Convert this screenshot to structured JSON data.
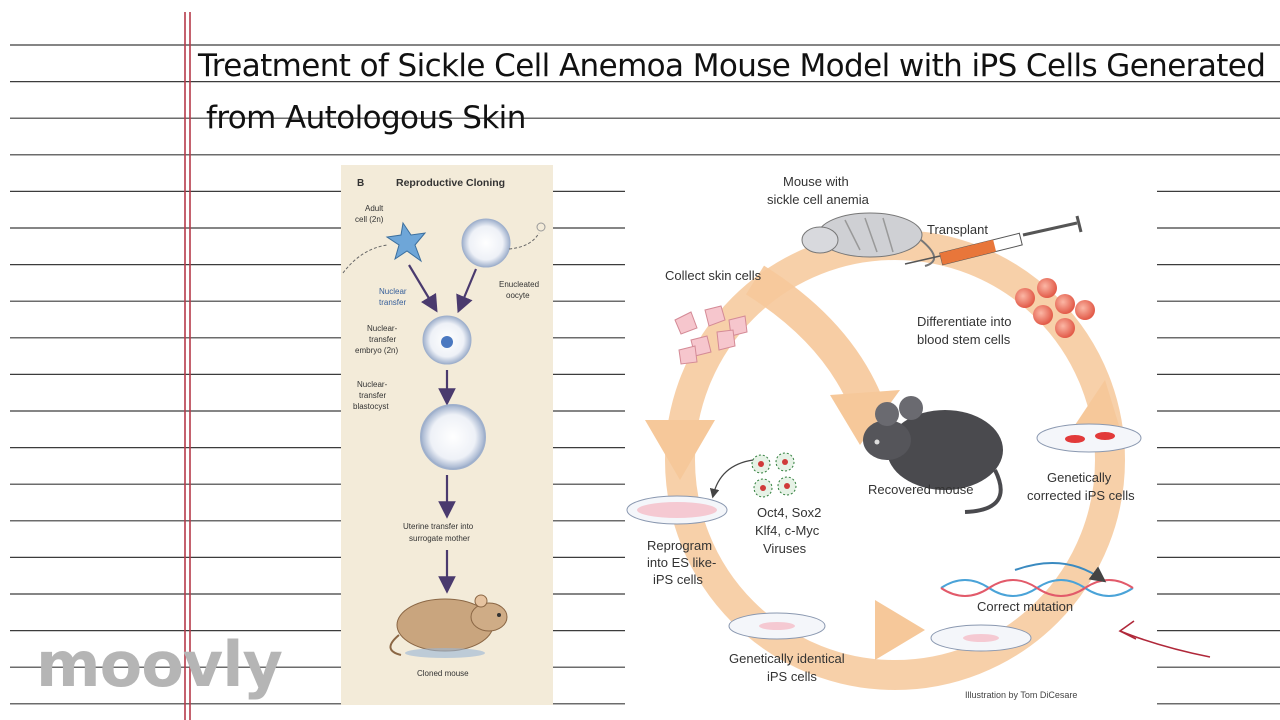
{
  "title": {
    "line1": "Treatment of Sickle Cell Anemoa Mouse Model with iPS Cells Generated",
    "line2": "from Autologous Skin"
  },
  "panel_b": {
    "letter": "B",
    "heading": "Reproductive Cloning",
    "adult_cell": [
      "Adult",
      "cell (2n)"
    ],
    "enucleated": [
      "Enucleated",
      "oocyte"
    ],
    "nuclear_transfer": [
      "Nuclear",
      "transfer"
    ],
    "nt_embryo": [
      "Nuclear-",
      "transfer",
      "embryo (2n)"
    ],
    "nt_blastocyst": [
      "Nuclear-",
      "transfer",
      "blastocyst"
    ],
    "uterine": [
      "Uterine transfer into",
      "surrogate mother"
    ],
    "cloned": "Cloned mouse"
  },
  "cycle": {
    "mouse_sickle": [
      "Mouse with",
      "sickle cell anemia"
    ],
    "transplant": "Transplant",
    "collect": "Collect skin cells",
    "differentiate": [
      "Differentiate into",
      "blood stem cells"
    ],
    "recovered": "Recovered mouse",
    "factors": [
      "Oct4, Sox2",
      "Klf4, c-Myc",
      "Viruses"
    ],
    "genetically_corrected": [
      "Genetically",
      "corrected iPS cells"
    ],
    "reprogram": [
      "Reprogram",
      "into ES like-",
      "iPS cells"
    ],
    "correct_mutation": "Correct mutation",
    "genetically_identical": [
      "Genetically identical",
      "iPS cells"
    ],
    "credit": "Illustration by Tom DiCesare"
  },
  "watermark": "moovly",
  "colors": {
    "ruled_line": "#3c3c3c",
    "margin_line": "#b63a4a",
    "cycle_arrow": "#f6c89a",
    "panel_bg": "#f3ebd9",
    "annotation_arrow": "#b0283a"
  }
}
